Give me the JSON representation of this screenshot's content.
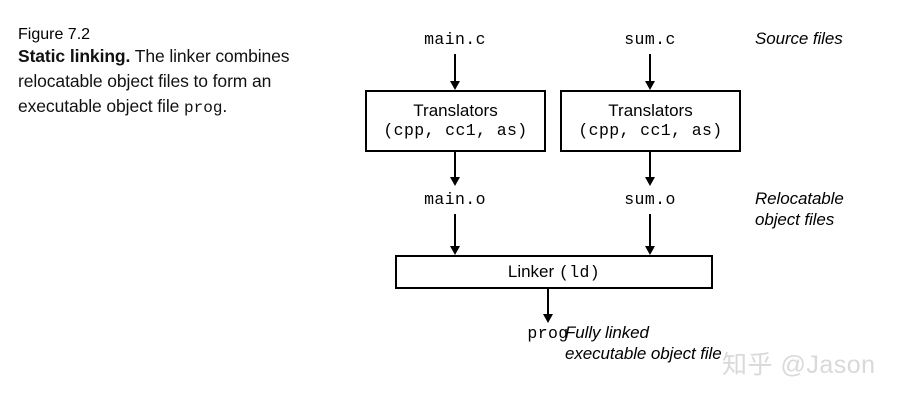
{
  "caption": {
    "figure_number": "Figure 7.2",
    "lead": "Static linking.",
    "body_part1": " The linker combines relocatable object files to form an executable object file ",
    "mono_term": "prog",
    "body_part2": ".",
    "accent_color": "#1ba7d8"
  },
  "diagram": {
    "source_files": {
      "main": "main.c",
      "sum": "sum.c",
      "side_label": "Source files"
    },
    "translators": {
      "left": {
        "title": "Translators",
        "sub": "(cpp, cc1, as)"
      },
      "right": {
        "title": "Translators",
        "sub": "(cpp, cc1, as)"
      }
    },
    "object_files": {
      "main": "main.o",
      "sum": "sum.o",
      "side_label_line1": "Relocatable",
      "side_label_line2": "object files"
    },
    "linker": {
      "name": "Linker ",
      "command": "(ld)"
    },
    "output": {
      "name": "prog",
      "side_label_line1": "Fully linked",
      "side_label_line2": "executable object file"
    }
  },
  "watermark": {
    "text": "知乎 @Jason"
  }
}
